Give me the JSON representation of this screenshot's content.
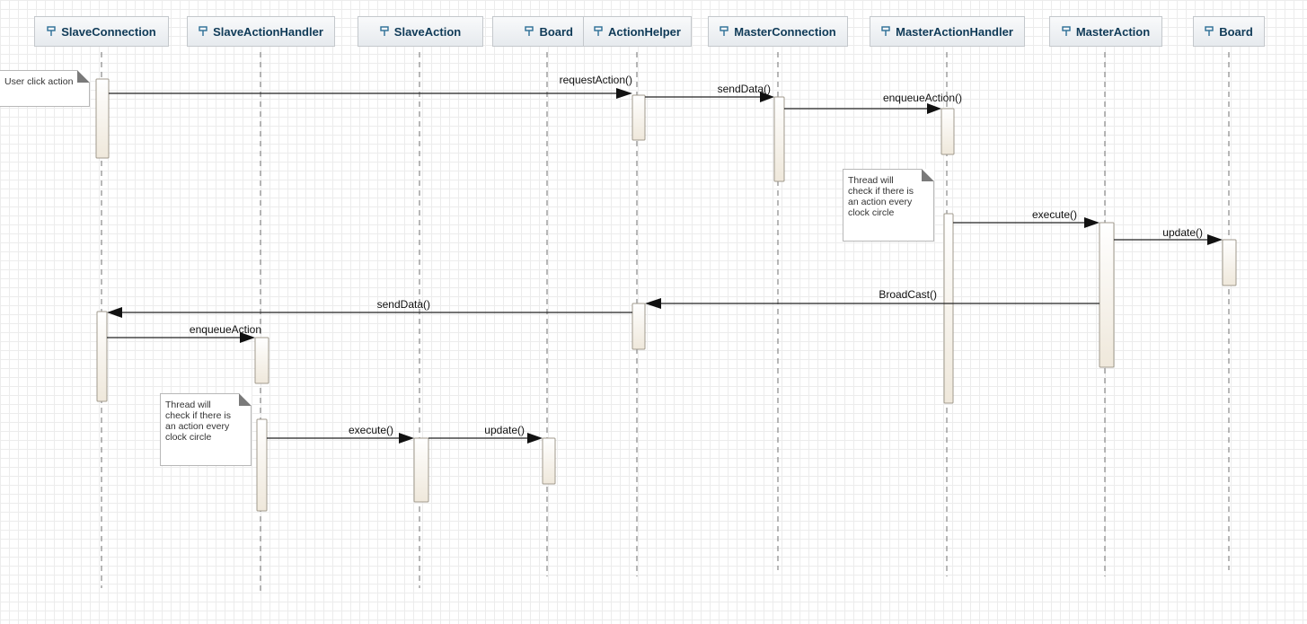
{
  "lifelines": [
    {
      "id": "slave_conn",
      "name": "SlaveConnection"
    },
    {
      "id": "slave_handler",
      "name": "SlaveActionHandler"
    },
    {
      "id": "slave_action",
      "name": "SlaveAction"
    },
    {
      "id": "board1",
      "name": "Board"
    },
    {
      "id": "action_helper",
      "name": "ActionHelper"
    },
    {
      "id": "master_conn",
      "name": "MasterConnection"
    },
    {
      "id": "master_handler",
      "name": "MasterActionHandler"
    },
    {
      "id": "master_action",
      "name": "MasterAction"
    },
    {
      "id": "board2",
      "name": "Board"
    }
  ],
  "messages": [
    {
      "from": "slave_conn",
      "to": "action_helper",
      "label": "requestAction()"
    },
    {
      "from": "action_helper",
      "to": "master_conn",
      "label": "sendData()"
    },
    {
      "from": "master_conn",
      "to": "master_handler",
      "label": "enqueueAction()"
    },
    {
      "from": "master_handler",
      "to": "master_action",
      "label": "execute()"
    },
    {
      "from": "master_action",
      "to": "board2",
      "label": "update()"
    },
    {
      "from": "master_action",
      "to": "action_helper",
      "label": "BroadCast()"
    },
    {
      "from": "action_helper",
      "to": "slave_conn",
      "label": "sendData()"
    },
    {
      "from": "slave_conn",
      "to": "slave_handler",
      "label": "enqueueAction"
    },
    {
      "from": "slave_handler",
      "to": "slave_action",
      "label": "execute()"
    },
    {
      "from": "slave_action",
      "to": "board1",
      "label": "update()"
    }
  ],
  "notes": [
    {
      "text": "User click action"
    },
    {
      "text": "Thread will check if there is an action every clock circle"
    },
    {
      "text": "Thread will check if there is an action every clock circle"
    }
  ],
  "colors": {
    "header_text": "#0f3a57",
    "line": "#222222",
    "lifeline": "#888888",
    "activation_fill": "#f6f2ea"
  },
  "icons": {
    "lifeline": "lifeline-pin-icon",
    "note": "note-fold-icon"
  }
}
